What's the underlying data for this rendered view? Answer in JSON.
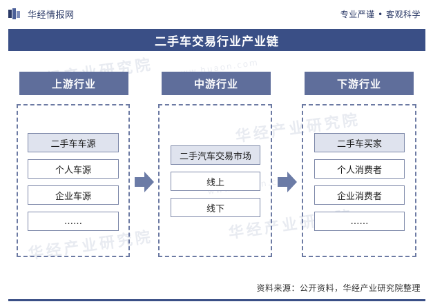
{
  "header": {
    "brand": "华经情报网",
    "tagline": "专业严谨 • 客观科学"
  },
  "title": "二手车交易行业产业链",
  "watermark": {
    "text": "华经产业研究院",
    "sub": "www.huaon.com"
  },
  "columns": [
    {
      "heading": "上游行业",
      "items": [
        {
          "label": "二手车车源",
          "highlight": true
        },
        {
          "label": "个人车源",
          "highlight": false
        },
        {
          "label": "企业车源",
          "highlight": false
        },
        {
          "label": "……",
          "highlight": false
        }
      ]
    },
    {
      "heading": "中游行业",
      "items": [
        {
          "label": "二手汽车交易市场",
          "highlight": true
        },
        {
          "label": "线上",
          "highlight": false
        },
        {
          "label": "线下",
          "highlight": false
        }
      ]
    },
    {
      "heading": "下游行业",
      "items": [
        {
          "label": "二手车买家",
          "highlight": true
        },
        {
          "label": "个人消费者",
          "highlight": false
        },
        {
          "label": "企业消费者",
          "highlight": false
        },
        {
          "label": "……",
          "highlight": false
        }
      ]
    }
  ],
  "source": "资料来源：公开资料，华经产业研究院整理",
  "colors": {
    "primary": "#3a4f86",
    "column_header": "#5f6e9b",
    "dashed_border": "#6c7aa3",
    "highlight_item": "#dfe3ee",
    "arrow": "#6b7ba6"
  }
}
